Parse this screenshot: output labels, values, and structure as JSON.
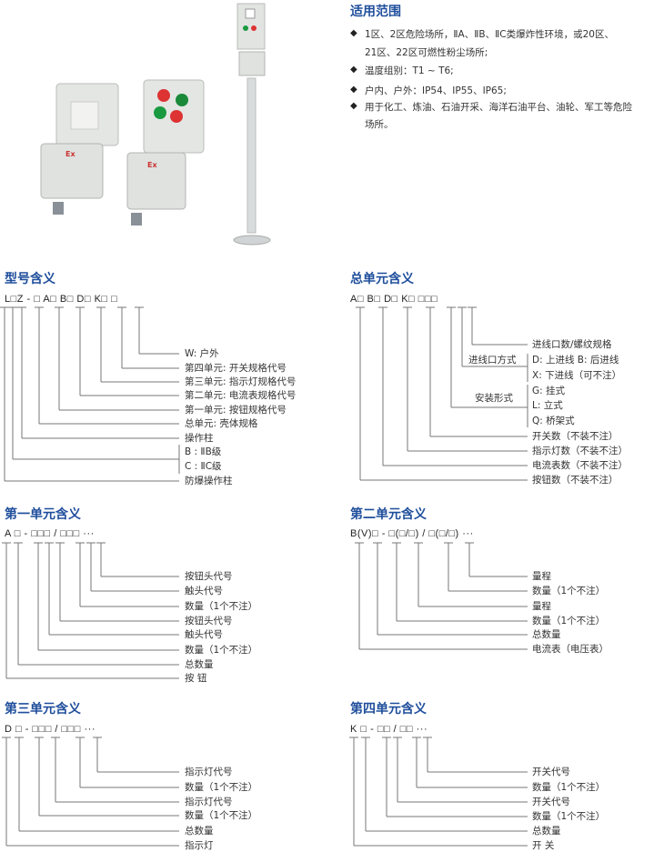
{
  "scope": {
    "title": "适用范围",
    "bullet_icon": "diamond-bullet-icon",
    "items": [
      {
        "lines": [
          "1区、2区危险场所，ⅡA、ⅡB、ⅡC类爆炸性环境，或20区、",
          "21区、22区可燃性粉尘场所;"
        ]
      },
      {
        "lines": [
          "温度组别：T1 ~ T6;"
        ]
      },
      {
        "lines": [
          "户内、户外：IP54、IP55、IP65;"
        ]
      },
      {
        "lines": [
          "用于化工、炼油、石油开采、海洋石油平台、油轮、军工等危险",
          "场所。"
        ]
      }
    ]
  },
  "products": {
    "badge": "Ex"
  },
  "model": {
    "title": "型号含义",
    "code": "L□Z - □  A□ B□ D□ K□  □",
    "labels": [
      "W:  户外",
      "第四单元:  开关规格代号",
      "第三单元:  指示灯规格代号",
      "第二单元:  电流表规格代号",
      "第一单元:  按钮规格代号",
      "总单元:  壳体规格",
      "操作柱",
      "B : ⅡB级",
      "C : ⅡC级",
      "防爆操作柱"
    ]
  },
  "general": {
    "title": "总单元含义",
    "code": "A□  B□  D□  K□  □□□",
    "labels": [
      "进线口数/螺纹规格",
      "D:  上进线    B:  后进线",
      "X:  下进线（可不注）",
      "G:  挂式",
      "L:  立式",
      "Q:  桥架式",
      "开关数（不装不注）",
      "指示灯数（不装不注）",
      "电流表数（不装不注）",
      "按钮数（不装不注）"
    ],
    "group_entry": "进线口方式",
    "group_mount": "安装形式"
  },
  "unit1": {
    "title": "第一单元含义",
    "code": "A □ - □□□ / □□□  ···",
    "labels": [
      "按钮头代号",
      "触头代号",
      "数量（1个不注）",
      "按钮头代号",
      "触头代号",
      "数量（1个不注）",
      "总数量",
      "按    钮"
    ]
  },
  "unit2": {
    "title": "第二单元含义",
    "code": "B(V)□ - □(□/□) / □(□/□)  ···",
    "labels": [
      "量程",
      "数量（1个不注）",
      "量程",
      "数量（1个不注）",
      "总数量",
      "电流表（电压表）"
    ]
  },
  "unit3": {
    "title": "第三单元含义",
    "code": "D □ - □□□ / □□□  ···",
    "labels": [
      "指示灯代号",
      "数量（1个不注）",
      "指示灯代号",
      "数量（1个不注）",
      "总数量",
      "指示灯"
    ]
  },
  "unit4": {
    "title": "第四单元含义",
    "code": "K □ - □□ / □□  ···",
    "labels": [
      "开关代号",
      "数量（1个不注）",
      "开关代号",
      "数量（1个不注）",
      "总数量",
      "开    关"
    ]
  },
  "colors": {
    "title": "#1f4e9c",
    "line": "#777777",
    "text": "#333333"
  }
}
